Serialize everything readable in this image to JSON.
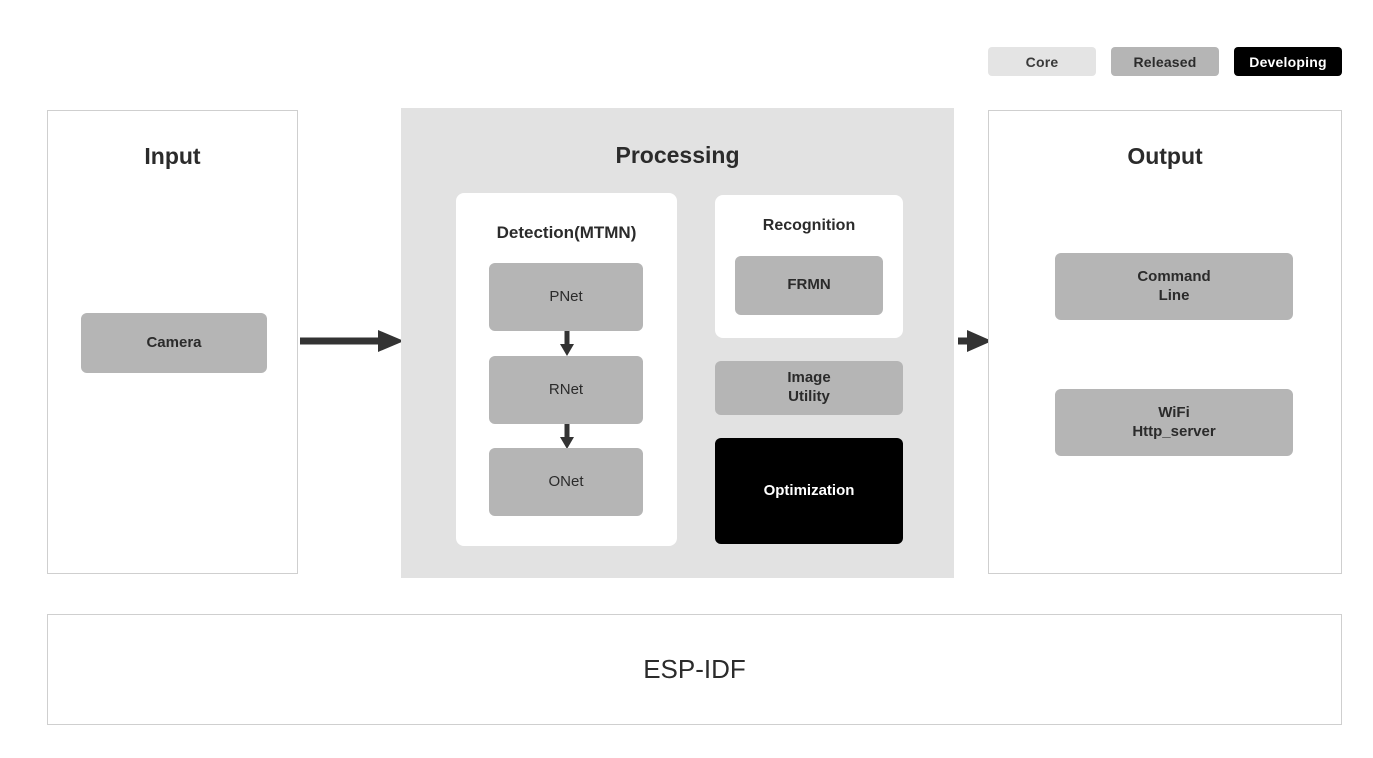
{
  "legend": {
    "items": [
      {
        "label": "Core",
        "color": "#e4e4e4",
        "text_color": "#3a3a3a"
      },
      {
        "label": "Released",
        "color": "#b5b5b5",
        "text_color": "#2b2b2b"
      },
      {
        "label": "Developing",
        "color": "#000000",
        "text_color": "#ffffff"
      }
    ]
  },
  "input": {
    "title": "Input",
    "nodes": [
      {
        "label": "Camera",
        "status": "Released"
      }
    ]
  },
  "processing": {
    "title": "Processing",
    "background": "#e2e2e2",
    "detection": {
      "title": "Detection(MTMN)",
      "nodes": [
        {
          "label": "PNet",
          "status": "Released"
        },
        {
          "label": "RNet",
          "status": "Released"
        },
        {
          "label": "ONet",
          "status": "Released"
        }
      ]
    },
    "recognition": {
      "title": "Recognition",
      "nodes": [
        {
          "label": "FRMN",
          "status": "Released"
        }
      ]
    },
    "standalone_nodes": [
      {
        "label": "Image\nUtility",
        "status": "Released"
      },
      {
        "label": "Optimization",
        "status": "Developing"
      }
    ]
  },
  "output": {
    "title": "Output",
    "nodes": [
      {
        "label": "Command\nLine",
        "status": "Released"
      },
      {
        "label": "WiFi\nHttp_server",
        "status": "Released"
      }
    ]
  },
  "footer": {
    "label": "ESP-IDF"
  },
  "arrows": {
    "color": "#333333",
    "input_to_processing": "right-arrow",
    "processing_to_output": "right-arrow",
    "pnet_to_rnet": "down-arrow",
    "rnet_to_onet": "down-arrow"
  }
}
